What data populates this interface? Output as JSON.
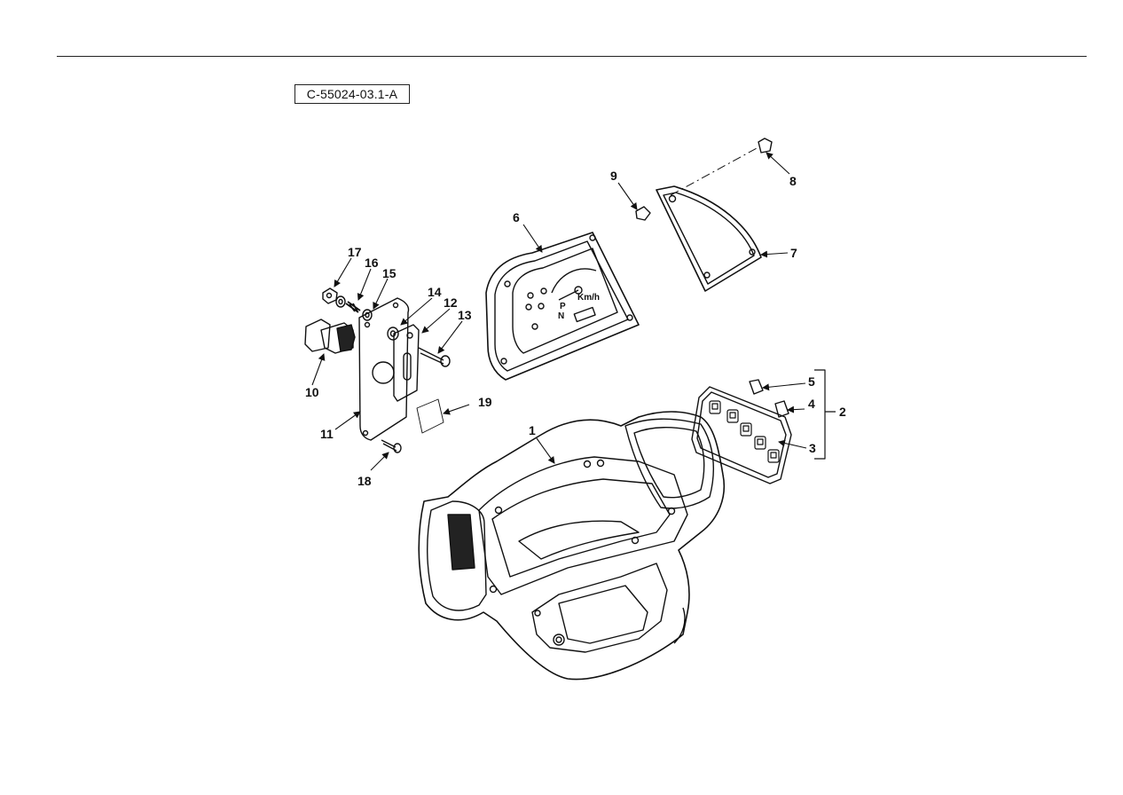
{
  "figure": {
    "reference_code": "C-55024-03.1-A",
    "callouts": [
      "1",
      "2",
      "3",
      "4",
      "5",
      "6",
      "7",
      "8",
      "9",
      "10",
      "11",
      "12",
      "13",
      "14",
      "15",
      "16",
      "17",
      "18",
      "19"
    ],
    "panel_labels": {
      "p": "P",
      "n": "N",
      "speed_unit": "Km/h"
    }
  }
}
